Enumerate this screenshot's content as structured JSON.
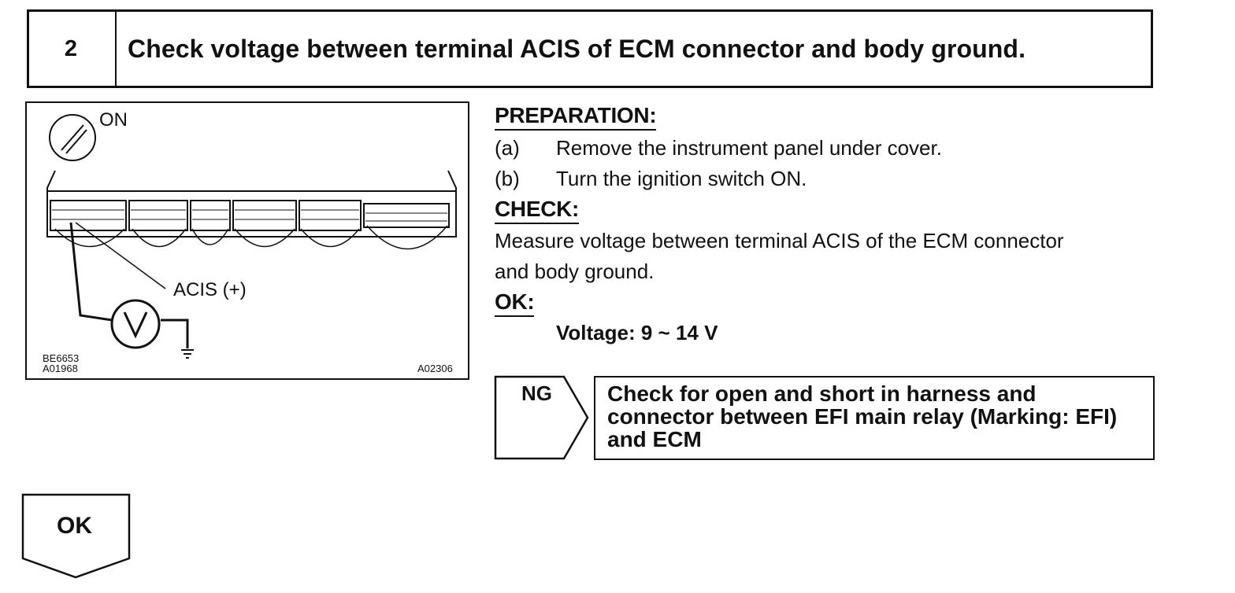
{
  "step": {
    "number": "2",
    "title": "Check voltage between terminal ACIS of ECM connector and body ground."
  },
  "diagram": {
    "ignition_label": "ON",
    "terminal_label": "ACIS (+)",
    "code_left_1": "BE6653",
    "code_left_2": "A01968",
    "code_right": "A02306"
  },
  "preparation": {
    "heading": "PREPARATION:",
    "steps": [
      {
        "marker": "(a)",
        "text": "Remove the instrument panel under cover."
      },
      {
        "marker": "(b)",
        "text": "Turn the ignition switch ON."
      }
    ]
  },
  "check": {
    "heading": "CHECK:",
    "line1": "Measure voltage between terminal ACIS of the ECM connector",
    "line2": "and body ground."
  },
  "ok_section": {
    "heading": "OK:",
    "value": "Voltage: 9 ~ 14 V"
  },
  "ng": {
    "label": "NG",
    "action": "Check for open and short in harness and connector between EFI main relay (Marking: EFI) and ECM"
  },
  "ok_arrow": {
    "label": "OK"
  }
}
